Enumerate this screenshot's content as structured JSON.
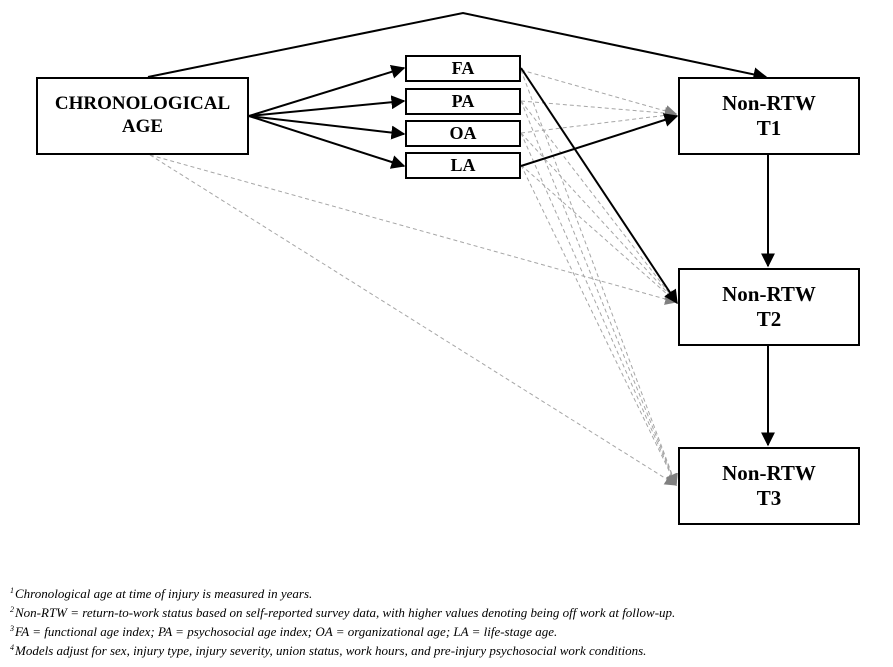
{
  "diagram": {
    "predictor": {
      "line1": "CHRONOLOGICAL",
      "line2": "AGE"
    },
    "mediators": [
      {
        "label": "FA"
      },
      {
        "label": "PA"
      },
      {
        "label": "OA"
      },
      {
        "label": "LA"
      }
    ],
    "outcomes": [
      {
        "line1": "Non-RTW",
        "line2": "T1"
      },
      {
        "line1": "Non-RTW",
        "line2": "T2"
      },
      {
        "line1": "Non-RTW",
        "line2": "T3"
      }
    ],
    "colors": {
      "solid_path": "#000000",
      "dashed_path": "#a6a6a6",
      "dashed_arrowhead": "#808080"
    }
  },
  "footnotes": [
    {
      "marker": "1",
      "text": "Chronological age at time of injury is measured in years."
    },
    {
      "marker": "2",
      "text": "Non-RTW = return-to-work status based on self-reported survey data, with higher values denoting being off work at follow-up."
    },
    {
      "marker": "3",
      "text": "FA = functional age index; PA = psychosocial age index; OA = organizational age; LA = life-stage age."
    },
    {
      "marker": "4",
      "text": "Models adjust for sex, injury type, injury severity, union status, work hours, and pre-injury psychosocial work conditions."
    }
  ]
}
